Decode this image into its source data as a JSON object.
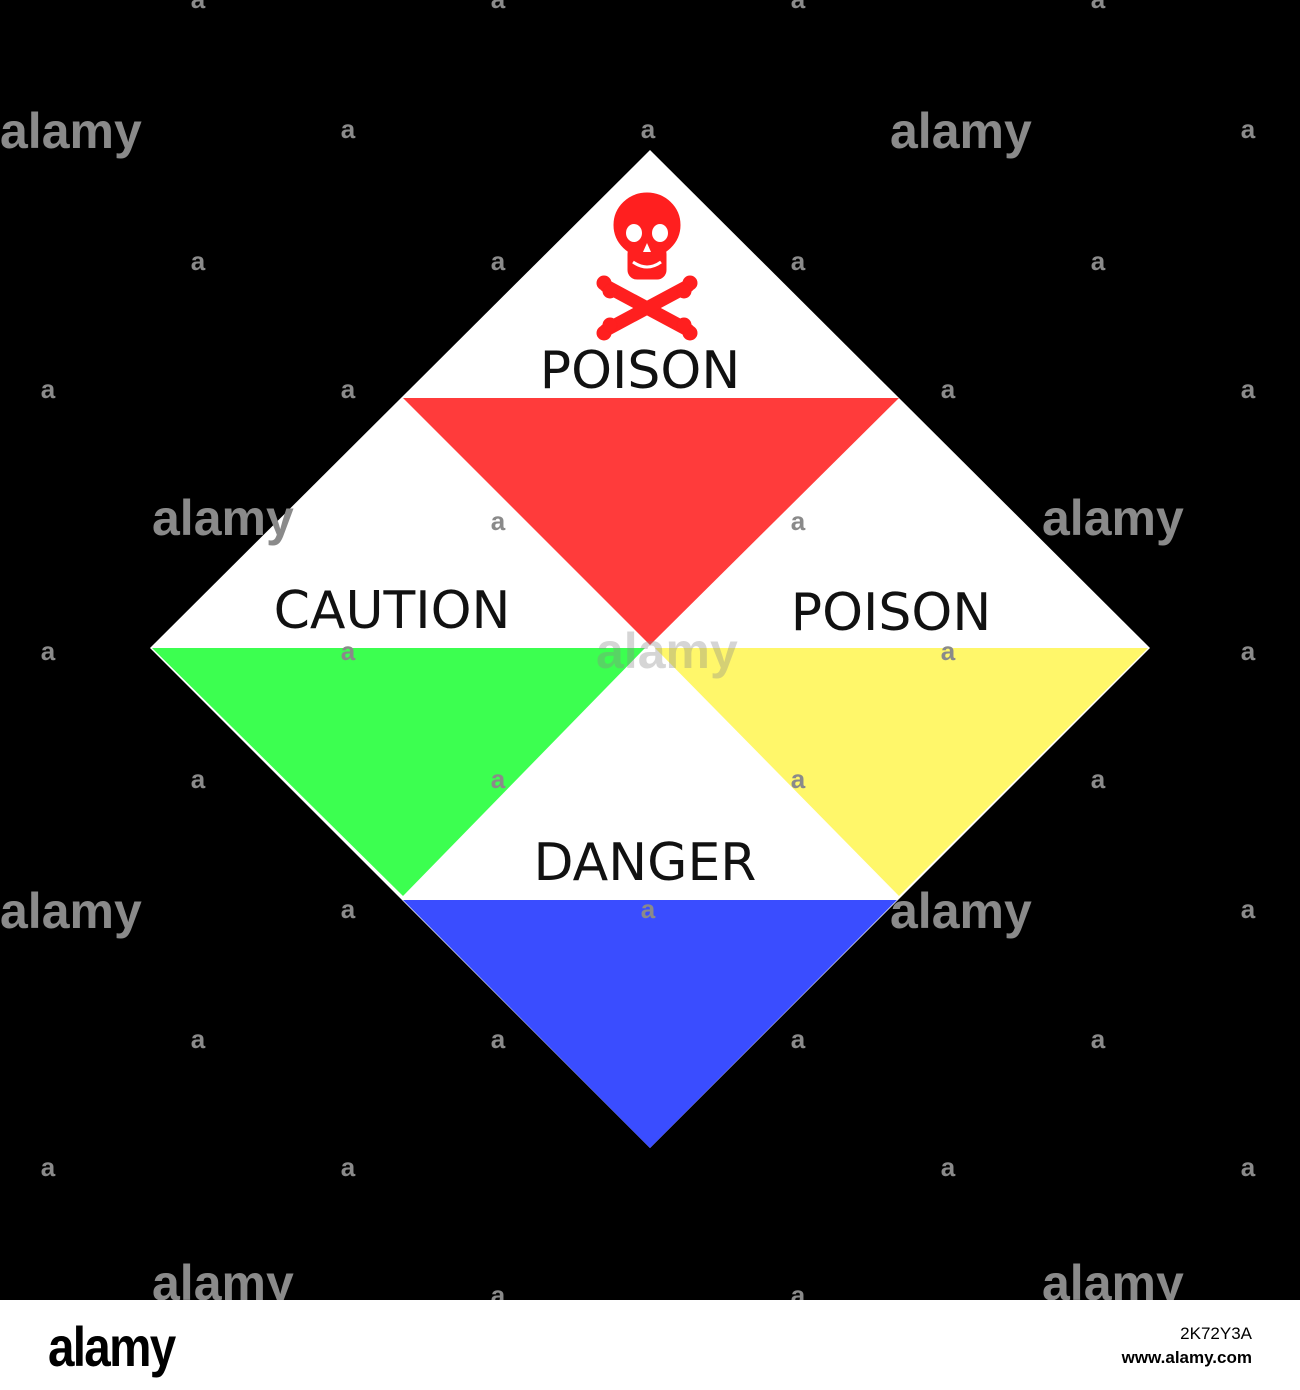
{
  "diagram": {
    "sections": [
      {
        "id": "top",
        "label": "POISON",
        "color": "#ff3b3b",
        "has_symbol": true,
        "symbol": "skull-and-crossbones-icon",
        "symbol_color": "#ff1f1f"
      },
      {
        "id": "left",
        "label": "CAUTION",
        "color": "#3cff50"
      },
      {
        "id": "right",
        "label": "POISON",
        "color": "#fff76a"
      },
      {
        "id": "bottom",
        "label": "DANGER",
        "color": "#3a4dff"
      }
    ],
    "background_color": "#000000",
    "panel_color": "#ffffff"
  },
  "watermark": {
    "text": "alamy",
    "letter": "a"
  },
  "footer": {
    "logo": "alamy",
    "image_id": "2K72Y3A",
    "url": "www.alamy.com"
  }
}
